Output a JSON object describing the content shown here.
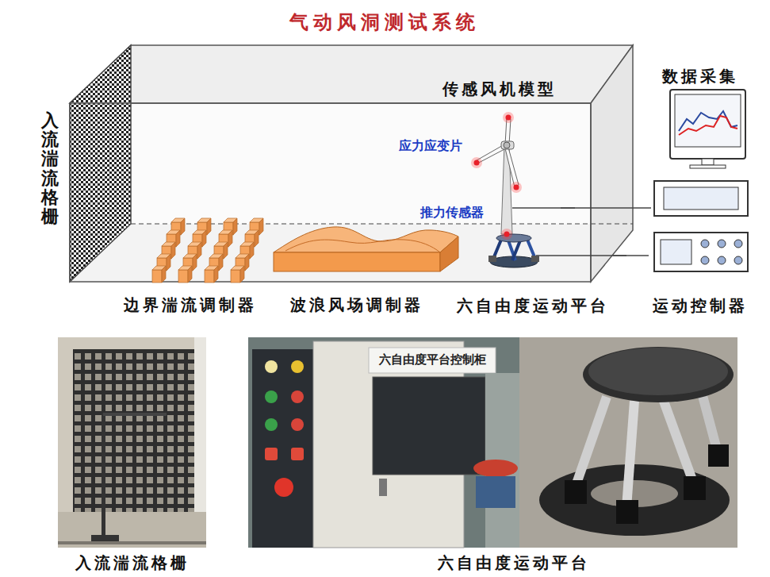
{
  "diagram": {
    "title": "气动风洞测试系统",
    "nodes": [
      {
        "text": [
          "传感风机模型"
        ]
      },
      {
        "text": [
          "数据采集"
        ]
      },
      {
        "text": [
          "六自由度运动平台"
        ]
      },
      {
        "text": [
          "运动控制器"
        ]
      }
    ],
    "edges": [
      {
        "from": 0,
        "to": 1,
        "arrow": "none"
      },
      {
        "from": 2,
        "to": 3,
        "arrow": "none"
      }
    ],
    "labels": [
      "入流湍流格栅",
      "应力应变片",
      "推力传感器",
      "边界湍流调制器",
      "波浪风场调制器",
      "六自由度平台控制柜",
      "入流湍流格栅",
      "六自由度运动平台"
    ]
  }
}
